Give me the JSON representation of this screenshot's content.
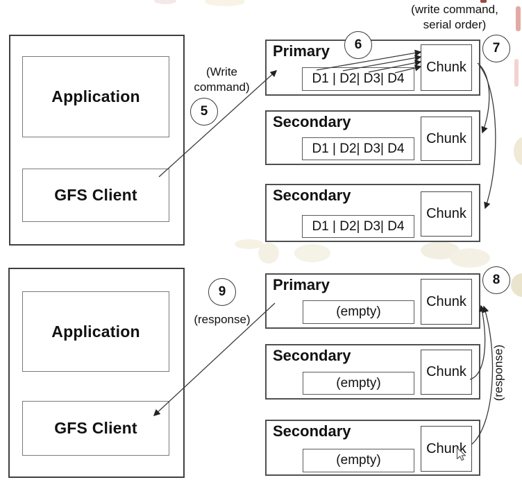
{
  "palette": {
    "line_color": "#3a3a3a",
    "box_border": "#4f4f4f",
    "text_color": "#111111",
    "blob_cream": "#f3f0e3",
    "blob_beige": "#eae4cd",
    "blob_pink": "#f0d8d4"
  },
  "top_flow": {
    "client": {
      "application_label": "Application",
      "gfs_client_label": "GFS Client"
    },
    "arrow_note": [
      "(Write",
      "command)"
    ],
    "serial_note": [
      "(write command,",
      "serial order)"
    ],
    "step_send": "5",
    "step_order": "6",
    "step_forward": "7",
    "servers": [
      {
        "role": "Primary",
        "buffer": "D1 | D2| D3| D4",
        "chunk_label": "Chunk"
      },
      {
        "role": "Secondary",
        "buffer": "D1 | D2| D3| D4",
        "chunk_label": "Chunk"
      },
      {
        "role": "Secondary",
        "buffer": "D1 | D2| D3| D4",
        "chunk_label": "Chunk"
      }
    ]
  },
  "bottom_flow": {
    "client": {
      "application_label": "Application",
      "gfs_client_label": "GFS Client"
    },
    "response_note": "(response)",
    "response_note_vertical": "(response)",
    "step_response_client": "9",
    "step_response_primary": "8",
    "servers": [
      {
        "role": "Primary",
        "buffer": "(empty)",
        "chunk_label": "Chunk"
      },
      {
        "role": "Secondary",
        "buffer": "(empty)",
        "chunk_label": "Chunk"
      },
      {
        "role": "Secondary",
        "buffer": "(empty)",
        "chunk_label": "Chunk"
      }
    ]
  },
  "cursor": "arrow-pointer"
}
